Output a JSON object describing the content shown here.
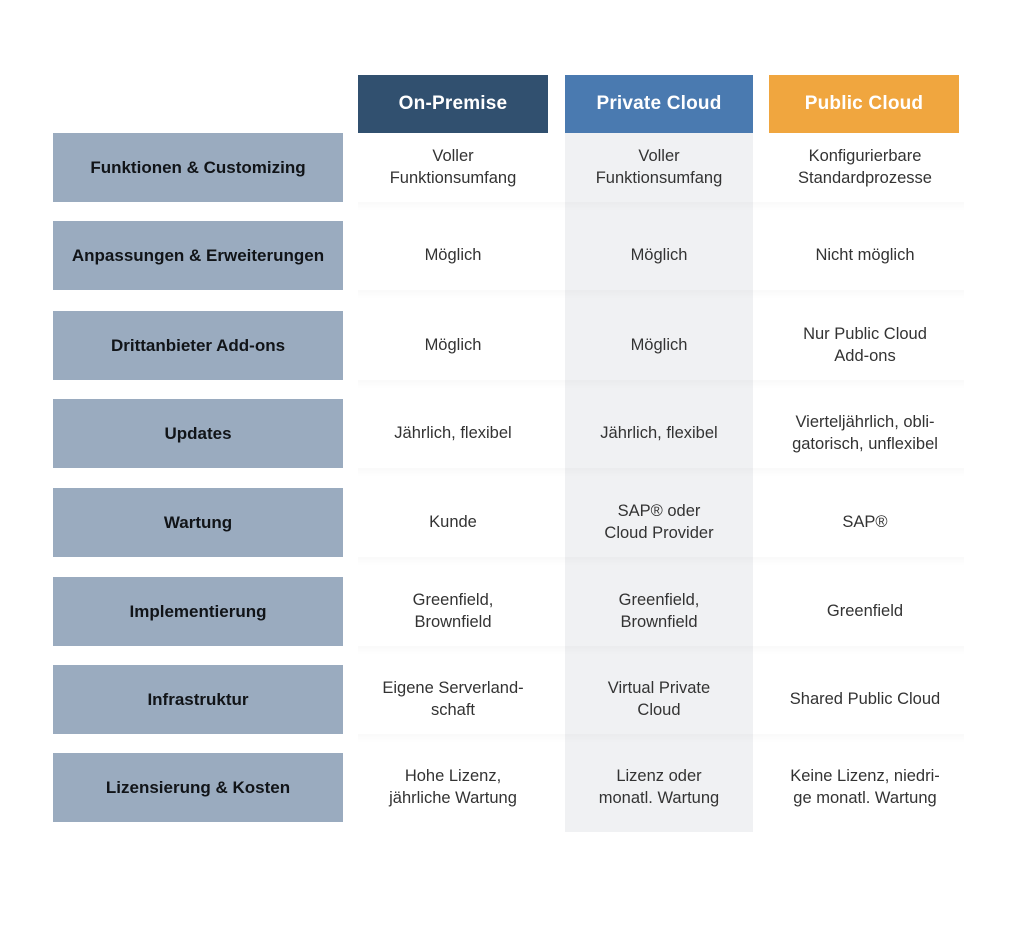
{
  "colors": {
    "on_premise_header": "#31506f",
    "private_cloud_header": "#4a7ab0",
    "public_cloud_header": "#f0a63f",
    "row_label_bg": "#9aabbf",
    "private_cloud_band": "#f0f1f3",
    "page_bg": "#ffffff",
    "label_text": "#111418",
    "cell_text": "#333333"
  },
  "table": {
    "columns": [
      {
        "label": "On-Premise"
      },
      {
        "label": "Private Cloud"
      },
      {
        "label": "Public Cloud"
      }
    ],
    "rows": [
      {
        "label": "Funktionen &\nCustomizing",
        "cells": [
          "Voller\nFunktionsumfang",
          "Voller\nFunktionsumfang",
          "Konfigurierbare\nStandardprozesse"
        ]
      },
      {
        "label": "Anpassungen &\nErweiterungen",
        "cells": [
          "Möglich",
          "Möglich",
          "Nicht möglich"
        ]
      },
      {
        "label": "Drittanbieter Add-ons",
        "cells": [
          "Möglich",
          "Möglich",
          "Nur Public Cloud\nAdd-ons"
        ]
      },
      {
        "label": "Updates",
        "cells": [
          "Jährlich, flexibel",
          "Jährlich, flexibel",
          "Vierteljährlich, obli-\ngatorisch, unflexibel"
        ]
      },
      {
        "label": "Wartung",
        "cells": [
          "Kunde",
          "SAP® oder\nCloud Provider",
          "SAP®"
        ]
      },
      {
        "label": "Implementierung",
        "cells": [
          "Greenfield,\nBrownfield",
          "Greenfield,\nBrownfield",
          "Greenfield"
        ]
      },
      {
        "label": "Infrastruktur",
        "cells": [
          "Eigene Serverland-\nschaft",
          "Virtual Private\nCloud",
          "Shared Public Cloud"
        ]
      },
      {
        "label": "Lizensierung & Kosten",
        "cells": [
          "Hohe Lizenz,\njährliche Wartung",
          "Lizenz oder\nmonatl. Wartung",
          "Keine Lizenz, niedri-\nge monatl. Wartung"
        ]
      }
    ]
  }
}
